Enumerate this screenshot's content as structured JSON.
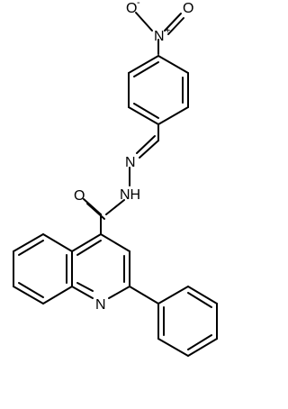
{
  "molecule": {
    "atom_labels": {
      "nitro_o_left": "O",
      "nitro_o_left_charge": "-",
      "nitro_n": "N",
      "nitro_n_charge": "+",
      "nitro_o_right": "O",
      "hydrazone_n": "N",
      "amide_nh": "NH",
      "carbonyl_o": "O",
      "quinoline_n": "N"
    },
    "colors": {
      "bond": "#000000",
      "label": "#000000",
      "background": "#ffffff"
    }
  }
}
